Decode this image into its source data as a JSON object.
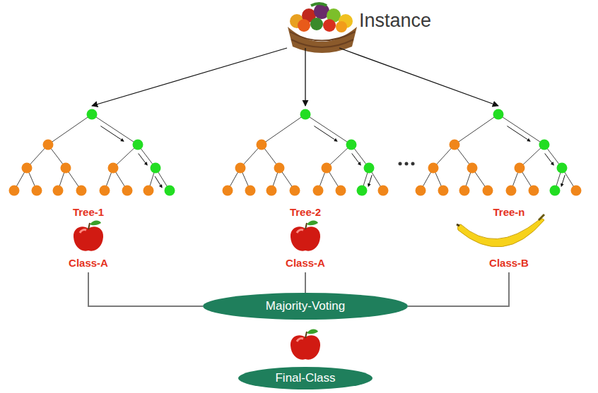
{
  "diagram": {
    "nodes": [
      {
        "text": [
          "Instance"
        ]
      },
      {
        "text": [
          "Tree-1",
          "Class-A"
        ]
      },
      {
        "text": [
          "Tree-2",
          "Class-A"
        ]
      },
      {
        "text": [
          "Tree-n",
          "Class-B"
        ]
      },
      {
        "text": [
          "Majority-Voting"
        ]
      },
      {
        "text": [
          "Final-Class"
        ]
      }
    ],
    "edges": [
      {
        "from": 0,
        "to": 1,
        "arrow": "to"
      },
      {
        "from": 0,
        "to": 2,
        "arrow": "to"
      },
      {
        "from": 0,
        "to": 3,
        "arrow": "to"
      },
      {
        "from": 1,
        "to": 4,
        "arrow": "none"
      },
      {
        "from": 2,
        "to": 4,
        "arrow": "none"
      },
      {
        "from": 3,
        "to": 4,
        "arrow": "none"
      }
    ]
  }
}
